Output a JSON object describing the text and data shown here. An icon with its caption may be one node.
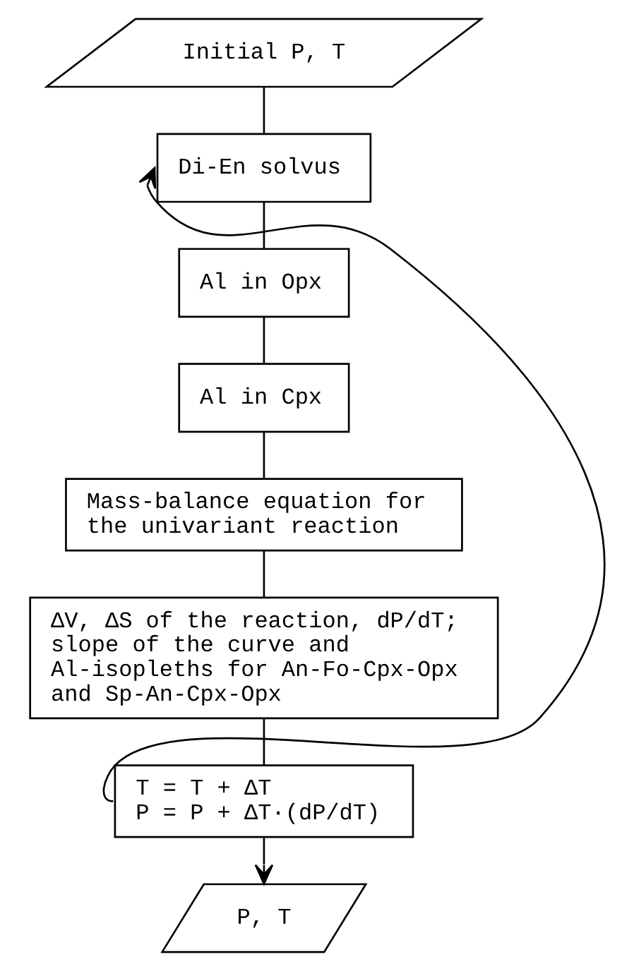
{
  "diagram": {
    "nodes": [
      {
        "text": [
          "Initial P, T"
        ]
      },
      {
        "text": [
          "Di-En solvus"
        ]
      },
      {
        "text": [
          "Al in Opx"
        ]
      },
      {
        "text": [
          "Al in Cpx"
        ]
      },
      {
        "text": [
          "Mass-balance equation for the univariant reaction"
        ]
      },
      {
        "text": [
          "ΔV, ΔS of the reaction, dP/dT; slope of the curve and Al-isopleths for An-Fo-Cpx-Opx and Sp-An-Cpx-Opx"
        ]
      },
      {
        "text": [
          "T = T + ΔT",
          "P = P + ΔT·(dP/dT)"
        ]
      },
      {
        "text": [
          "P, T"
        ]
      }
    ],
    "edges": [
      {
        "from": 0,
        "to": 1,
        "arrow": "none"
      },
      {
        "from": 1,
        "to": 2,
        "arrow": "none"
      },
      {
        "from": 2,
        "to": 3,
        "arrow": "none"
      },
      {
        "from": 3,
        "to": 4,
        "arrow": "none"
      },
      {
        "from": 4,
        "to": 5,
        "arrow": "none"
      },
      {
        "from": 5,
        "to": 6,
        "arrow": "none"
      },
      {
        "from": 6,
        "to": 7,
        "arrow": "to"
      },
      {
        "from": 6,
        "to": 1,
        "arrow": "to"
      }
    ]
  }
}
